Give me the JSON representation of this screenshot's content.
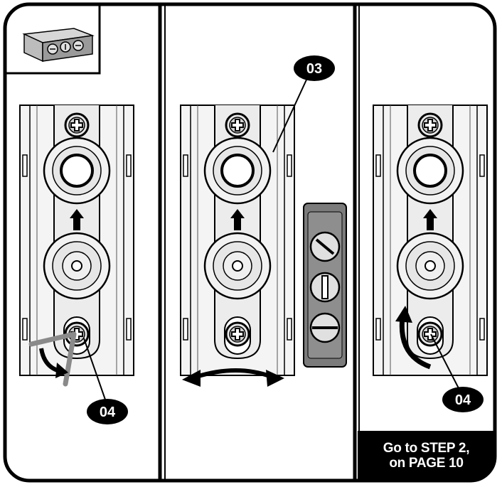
{
  "callouts": {
    "left": "04",
    "middle": "03",
    "right": "04"
  },
  "goto": {
    "line1": "Go to STEP 2,",
    "line2": "on PAGE 10"
  },
  "colors": {
    "ink": "#000000",
    "bracket_fill": "#ededed",
    "screw_fill": "#d9d9d9",
    "gray_tool": "#8a8a8a",
    "lock_fill": "#777777"
  },
  "icons": {
    "arrow_up": "arrow-up-icon",
    "rotate": "rotate-arrow-icon",
    "slide": "double-arrow-icon",
    "screw": "phillips-screw-icon"
  }
}
